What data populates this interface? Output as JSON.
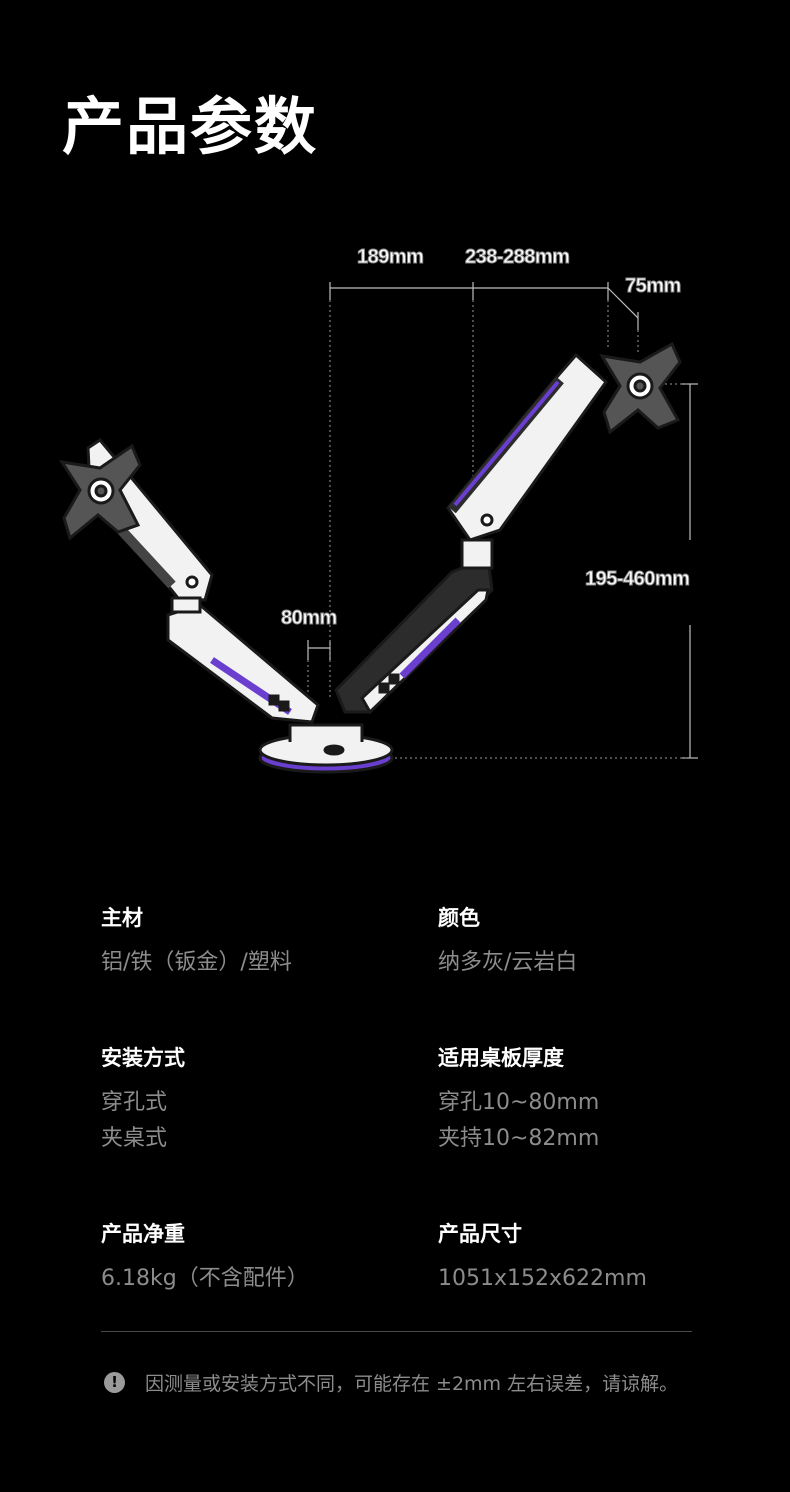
{
  "title": "产品参数",
  "dimensions": {
    "d189": "189mm",
    "d238": "238-288mm",
    "d75": "75mm",
    "d195": "195-460mm",
    "d80": "80mm"
  },
  "specs": [
    {
      "label": "主材",
      "values": [
        "铝/铁（钣金）/塑料"
      ]
    },
    {
      "label": "颜色",
      "values": [
        "纳多灰/云岩白"
      ]
    },
    {
      "label": "安装方式",
      "values": [
        "穿孔式",
        "夹桌式"
      ]
    },
    {
      "label": "适用桌板厚度",
      "values": [
        "穿孔10~80mm",
        "夹持10~82mm"
      ]
    },
    {
      "label": "产品净重",
      "values": [
        "6.18kg（不含配件）"
      ]
    },
    {
      "label": "产品尺寸",
      "values": [
        "1051x152x622mm"
      ]
    }
  ],
  "note": {
    "icon": "exclamation-icon",
    "text": "因测量或安装方式不同，可能存在 ±2mm 左右误差，请谅解。"
  },
  "colors": {
    "background": "#000000",
    "accent": "#6a3fd0",
    "arm": "#f2f2f2"
  }
}
